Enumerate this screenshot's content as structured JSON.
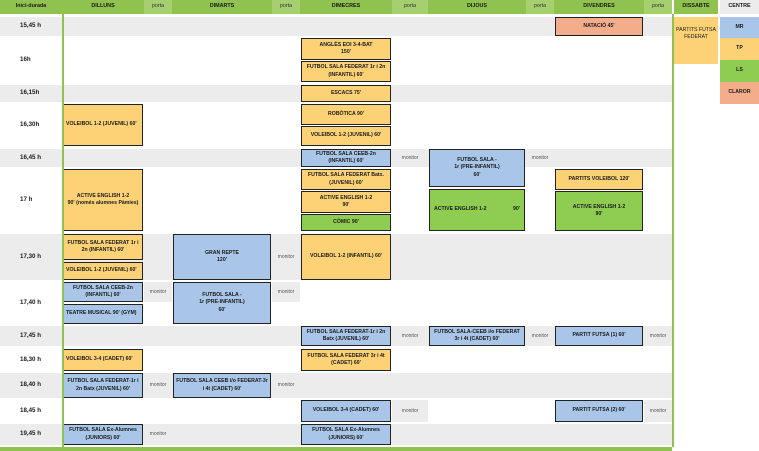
{
  "headers": {
    "inici": "Inici-durada",
    "dilluns": "DILLUNS",
    "dimarts": "DIMARTS",
    "dimecres": "DIMECRES",
    "dijous": "DIJOUS",
    "divendres": "DIVENDRES",
    "dissabte": "DISSABTE",
    "centre": "CENTRE",
    "porta": "porta"
  },
  "times": [
    "15,45 h",
    "16h",
    "16,15h",
    "16,30h",
    "16,45 h",
    "17  h",
    "17,30 h",
    "17,40 h",
    "17,45 h",
    "18,30 h",
    "18,40 h",
    "18,45 h",
    "19,45 h"
  ],
  "monitor_label": "monitor",
  "dilluns": [
    "VOLEIBOL 1-2 (JUVENIL) 60'",
    "ACTIVE ENGLISH 1-2\n90' (només alumnes Pàmies)",
    "FUTBOL SALA FEDERAT 1r i 2n (INFANTIL) 60'",
    "VOLEIBOL 1-2 (JUVENIL) 60'",
    "FUTBOL SALA CEEB-2n (INFANTIL) 60'",
    "TEATRE MUSICAL 90' (GYM)",
    "VOLEIBOL 3-4 (CADET) 60'",
    "FUTBOL SALA FEDERAT-1r i 2n Batx (JUVENIL) 60'",
    "FUTBOL SALA Ex-Alumnes (JUNIORS) 60'"
  ],
  "dimarts": [
    "GRAN REPTE\n120'",
    "FUTBOL SALA -\n1r (PRE-INFANTIL)\n60'",
    "FUTBOL SALA CEEB i/o FEDERAT-3r i 4t (CADET) 60'"
  ],
  "dimecres": [
    "ANGLÈS EOI 3-4-BAT\n150'",
    "FUTBOL SALA FEDERAT 1r i 2n (INFANTIL) 60'",
    "ESCACS 75'",
    "ROBÒTICA 90'",
    "VOLEIBOL 1-2 (JUVENIL) 60'",
    "FUTBOL SALA CEEB-2n (INFANTIL) 60'",
    "FUTBOL SALA FEDERAT Batx. (JUVENIL) 60'",
    "ACTIVE ENGLISH 1-2\n90'",
    "CÒMIC 90'",
    "VOLEIBOL 1-2 (INFANTIL) 60'",
    "FUTBOL SALA FEDERAT-1r i 2n Batx (JUVENIL) 60'",
    "FUTBOL SALA FEDERAT 3r i 4t (CADET) 60'",
    "VOLEIBOL 3-4 (CADET) 60'",
    "FUTBOL SALA Ex-Alumnes (JUNIORS) 60'"
  ],
  "dijous": [
    "FUTBOL SALA -\n1r (PRE-INFANTIL)\n60'",
    "ACTIVE ENGLISH 1-2",
    "90'",
    "FUTBOL SALA-CEEB i/o FEDERAT 3r i 4t (CADET) 60'"
  ],
  "divendres": [
    "NATACIÓ  45'",
    "PARTITS VOLEIBOL 120'",
    "ACTIVE ENGLISH 1-2\n90'",
    "PARTIT FUTSA (1) 60'",
    "PARTIT FUTSA (2) 60'"
  ],
  "dissabte": "PARTITS FUTSA\nFEDERAT",
  "centre": [
    "MR",
    "TP",
    "LS",
    "CLAROR"
  ],
  "colors": {
    "header_green": "#8fc24f",
    "yellow": "#fdd276",
    "blue": "#a9c6e8",
    "green": "#8fcc52",
    "orange": "#f3ad8a",
    "row_grey": "#ececec"
  }
}
